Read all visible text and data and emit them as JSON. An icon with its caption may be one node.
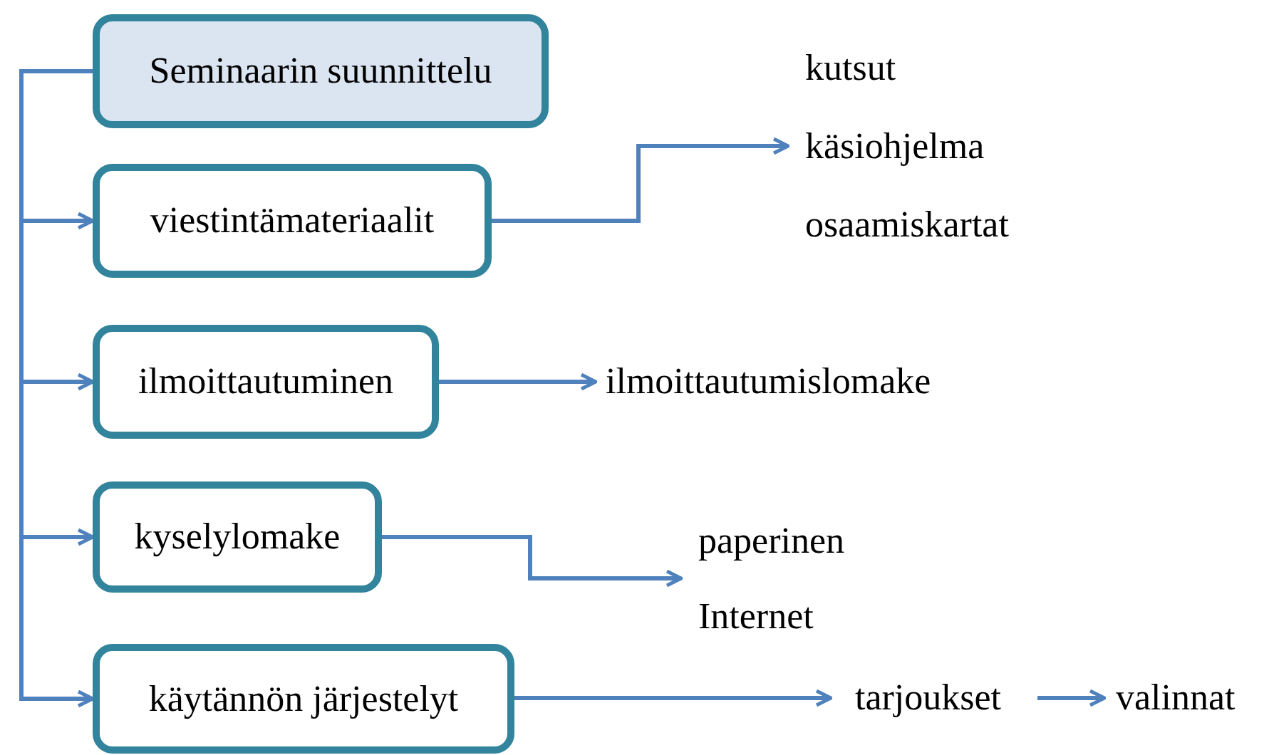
{
  "diagram": {
    "nodes": [
      {
        "text": [
          "Seminaarin suunnittelu"
        ]
      },
      {
        "text": [
          "viestintämateriaalit"
        ]
      },
      {
        "text": [
          "ilmoittautuminen"
        ]
      },
      {
        "text": [
          "kyselylomake"
        ]
      },
      {
        "text": [
          "käytännön järjestelyt"
        ]
      },
      {
        "text": [
          "kutsut",
          "käsiohjelma",
          "osaamiskartat"
        ]
      },
      {
        "text": [
          "ilmoittautumislomake"
        ]
      },
      {
        "text": [
          "paperinen",
          "Internet"
        ]
      },
      {
        "text": [
          "tarjoukset"
        ]
      },
      {
        "text": [
          "valinnat"
        ]
      }
    ],
    "edges": [
      {
        "from": 0,
        "to": 1,
        "arrow": "to"
      },
      {
        "from": 0,
        "to": 2,
        "arrow": "to"
      },
      {
        "from": 0,
        "to": 3,
        "arrow": "to"
      },
      {
        "from": 0,
        "to": 4,
        "arrow": "to"
      },
      {
        "from": 1,
        "to": 5,
        "arrow": "to"
      },
      {
        "from": 2,
        "to": 6,
        "arrow": "to"
      },
      {
        "from": 3,
        "to": 7,
        "arrow": "to"
      },
      {
        "from": 4,
        "to": 8,
        "arrow": "to"
      },
      {
        "from": 8,
        "to": 9,
        "arrow": "to"
      }
    ]
  }
}
